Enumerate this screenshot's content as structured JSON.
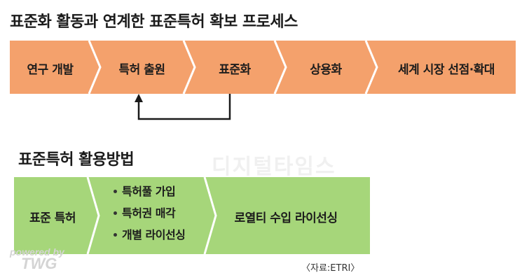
{
  "titles": {
    "process": "표준화 활동과 연계한 표준특허 확보 프로세스",
    "usage": "표준특허 활용방법"
  },
  "process_steps": [
    "연구 개발",
    "특허 출원",
    "표준화",
    "상용화",
    "세계 시장 선점·확대"
  ],
  "usage": {
    "start": "표준 특허",
    "methods": [
      "특허풀 가입",
      "특허권 매각",
      "개별 라이선싱"
    ],
    "result": "로열티 수입 라이선싱"
  },
  "watermark": "디지털타임스",
  "credit": {
    "line1": "powered by",
    "line2": "TWG"
  },
  "source": "〈자료:ETRI〉",
  "colors": {
    "orange": "#f4a16c",
    "green": "#a6d67a",
    "arrow": "#1a1a1a"
  }
}
